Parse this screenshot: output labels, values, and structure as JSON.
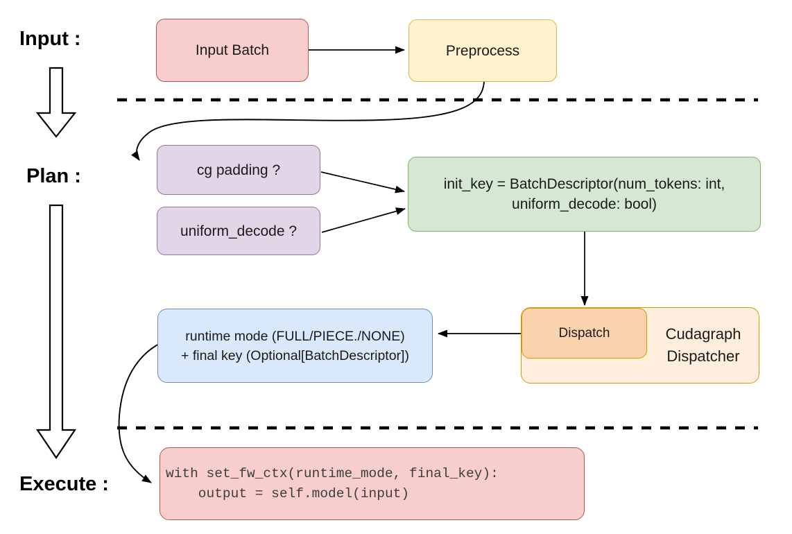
{
  "colors": {
    "box-red-fill": "#f8cecc",
    "box-red-stroke": "#b85450",
    "box-yellow-fill": "#fff2cc",
    "box-yellow-stroke": "#d6b656",
    "box-purple-fill": "#e1d5e7",
    "box-purple-stroke": "#9673a6",
    "box-green-fill": "#d5e8d4",
    "box-green-stroke": "#82b366",
    "box-blue-fill": "#dae8fc",
    "box-blue-stroke": "#6c8ebf",
    "box-orange-outer-fill": "#ffeede",
    "box-orange-inner-fill": "#fad2ae",
    "box-orange-stroke": "#d79b00",
    "code-text": "#3d3d3d",
    "line-color": "#000000"
  },
  "stages": {
    "input": "Input :",
    "plan": "Plan :",
    "execute": "Execute :"
  },
  "nodes": {
    "input_batch": "Input Batch",
    "preprocess": "Preprocess",
    "cg_padding": "cg padding ?",
    "uniform_decode": "uniform_decode ?",
    "init_key": {
      "line1": "init_key = BatchDescriptor(num_tokens: int,",
      "line2": "uniform_decode: bool)"
    },
    "dispatch": "Dispatch",
    "cudagraph_dispatcher": {
      "line1": "Cudagraph",
      "line2": "Dispatcher"
    },
    "runtime_mode": {
      "line1": "runtime mode (FULL/PIECE./NONE)",
      "line2": "+ final key (Optional[BatchDescriptor])"
    },
    "execute_code": {
      "line1": "with set_fw_ctx(runtime_mode, final_key):",
      "line2": "    output = self.model(input)"
    }
  }
}
